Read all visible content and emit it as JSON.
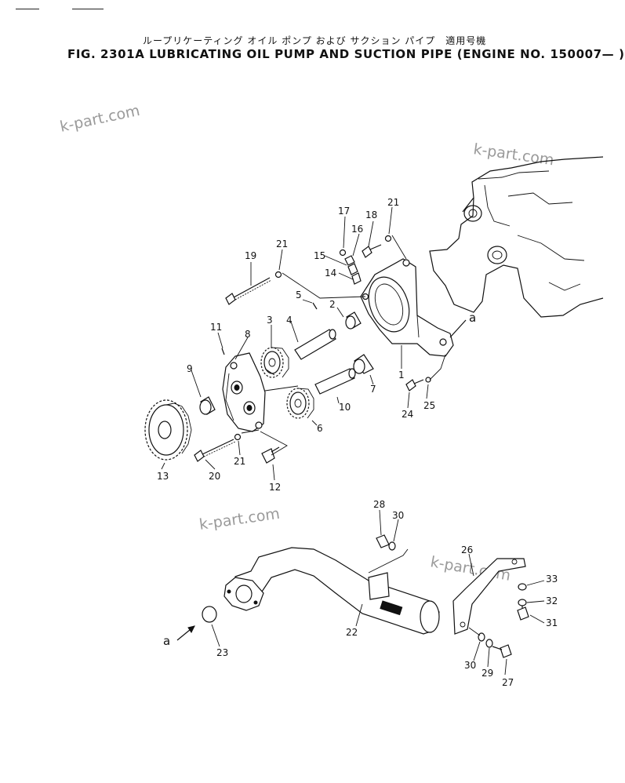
{
  "header": {
    "title_jp": "ループリケーティング オイル ポンプ および サクション パイプ　適用号機",
    "title_en": "FIG. 2301A  LUBRICATING OIL PUMP AND SUCTION PIPE (ENGINE NO. 150007— )"
  },
  "watermark": "k-part.com",
  "ref_letter": "a",
  "callouts": [
    "1",
    "2",
    "3",
    "4",
    "5",
    "6",
    "7",
    "8",
    "9",
    "10",
    "11",
    "12",
    "13",
    "14",
    "15",
    "16",
    "17",
    "18",
    "19",
    "20",
    "21",
    "21",
    "21",
    "22",
    "23",
    "24",
    "25",
    "26",
    "27",
    "28",
    "29",
    "30",
    "30",
    "31",
    "32",
    "33"
  ]
}
